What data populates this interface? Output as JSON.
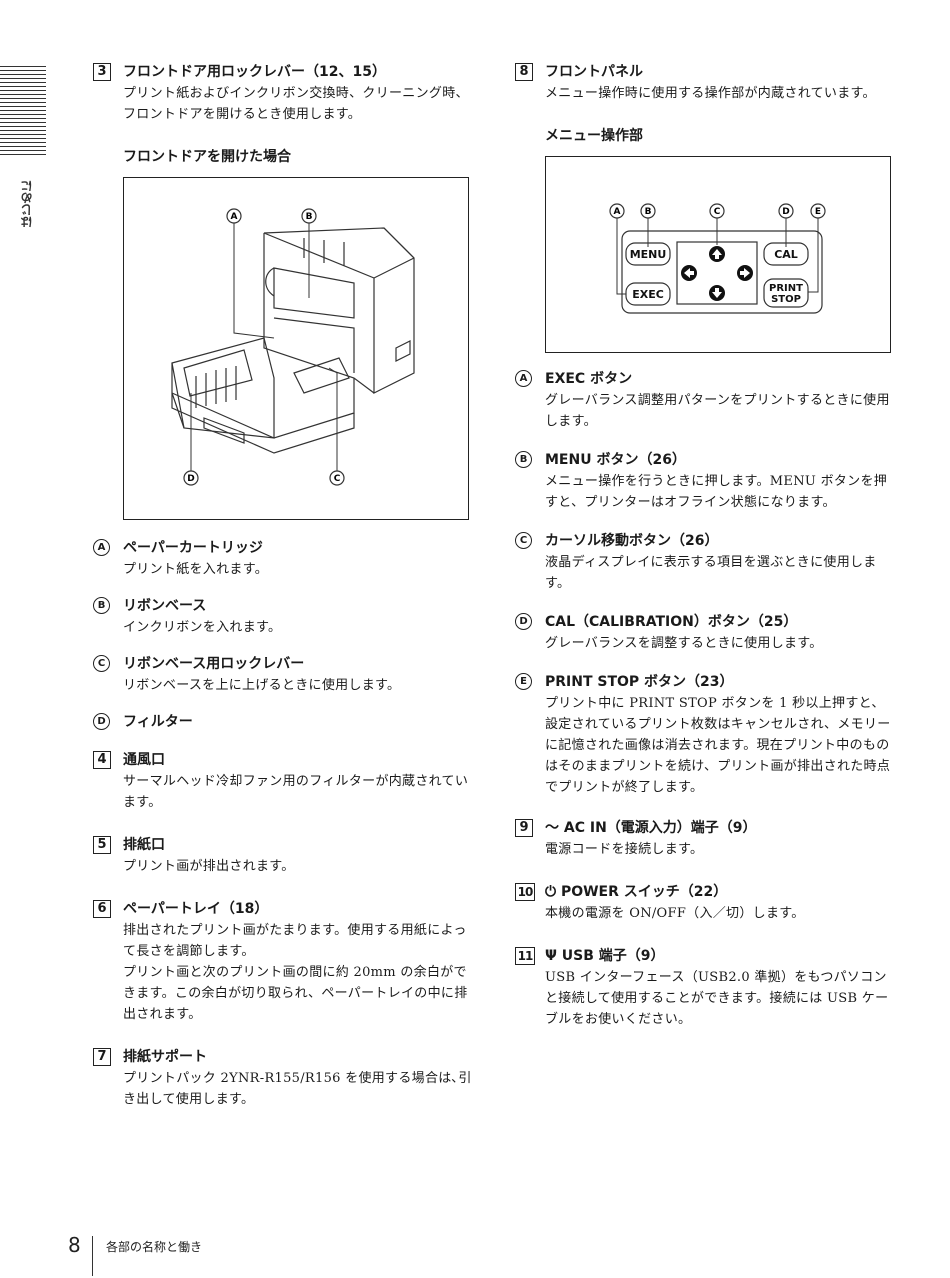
{
  "side_tab": "はじめに",
  "left": {
    "item3": {
      "num": "3",
      "title": "フロントドア用ロックレバー（12、15）",
      "body": "プリント紙およびインクリボン交換時、クリーニング時、フロントドアを開けるとき使用します。"
    },
    "figure_title": "フロントドアを開けた場合",
    "figure_labels": {
      "a": "A",
      "b": "B",
      "c": "C",
      "d": "D"
    },
    "callouts": [
      {
        "mark": "A",
        "title": "ペーパーカートリッジ",
        "body": "プリント紙を入れます。"
      },
      {
        "mark": "B",
        "title": "リボンベース",
        "body": "インクリボンを入れます。"
      },
      {
        "mark": "C",
        "title": "リボンベース用ロックレバー",
        "body": "リボンベースを上に上げるときに使用します。"
      },
      {
        "mark": "D",
        "title": "フィルター",
        "body": ""
      }
    ],
    "item4": {
      "num": "4",
      "title": "通風口",
      "body": "サーマルヘッド冷却ファン用のフィルターが内蔵されています。"
    },
    "item5": {
      "num": "5",
      "title": "排紙口",
      "body": "プリント画が排出されます。"
    },
    "item6": {
      "num": "6",
      "title": "ペーパートレイ（18）",
      "body1": "排出されたプリント画がたまります。使用する用紙によって長さを調節します。",
      "body2": "プリント画と次のプリント画の間に約 20mm の余白ができます。この余白が切り取られ、ペーパートレイの中に排出されます。"
    },
    "item7": {
      "num": "7",
      "title": "排紙サポート",
      "body": "プリントパック 2YNR-R155/R156 を使用する場合は､引き出して使用します。"
    }
  },
  "right": {
    "item8": {
      "num": "8",
      "title": "フロントパネル",
      "body": "メニュー操作時に使用する操作部が内蔵されています。"
    },
    "figure_title": "メニュー操作部",
    "panel": {
      "labels": {
        "a": "A",
        "b": "B",
        "c": "C",
        "d": "D",
        "e": "E"
      },
      "menu": "MENU",
      "exec": "EXEC",
      "cal": "CAL",
      "print1": "PRINT",
      "print2": "STOP"
    },
    "callouts": [
      {
        "mark": "A",
        "title": "EXEC ボタン",
        "body": "グレーバランス調整用パターンをプリントするときに使用します。"
      },
      {
        "mark": "B",
        "title": "MENU ボタン（26）",
        "body": "メニュー操作を行うときに押します。MENU ボタンを押すと、プリンターはオフライン状態になります。"
      },
      {
        "mark": "C",
        "title": "カーソル移動ボタン（26）",
        "body": "液晶ディスプレイに表示する項目を選ぶときに使用します。"
      },
      {
        "mark": "D",
        "title": "CAL（CALIBRATION）ボタン（25）",
        "body": "グレーバランスを調整するときに使用します。"
      },
      {
        "mark": "E",
        "title": "PRINT STOP ボタン（23）",
        "body": "プリント中に PRINT STOP ボタンを 1 秒以上押すと、設定されているプリント枚数はキャンセルされ、メモリーに記憶された画像は消去されます。現在プリント中のものはそのままプリントを続け、プリント画が排出された時点でプリントが終了します。"
      }
    ],
    "item9": {
      "num": "9",
      "title": "～ AC IN（電源入力）端子（9）",
      "body": "電源コードを接続します。"
    },
    "item10": {
      "num": "10",
      "title": "⏻ POWER スイッチ（22）",
      "body": "本機の電源を ON/OFF（入／切）します。"
    },
    "item11": {
      "num": "11",
      "title": "Ψ USB 端子（9）",
      "body": "USB インターフェース（USB2.0 準拠）をもつパソコンと接続して使用することができます。接続には USB ケーブルをお使いください。"
    }
  },
  "footer": {
    "page": "8",
    "text": "各部の名称と働き"
  }
}
